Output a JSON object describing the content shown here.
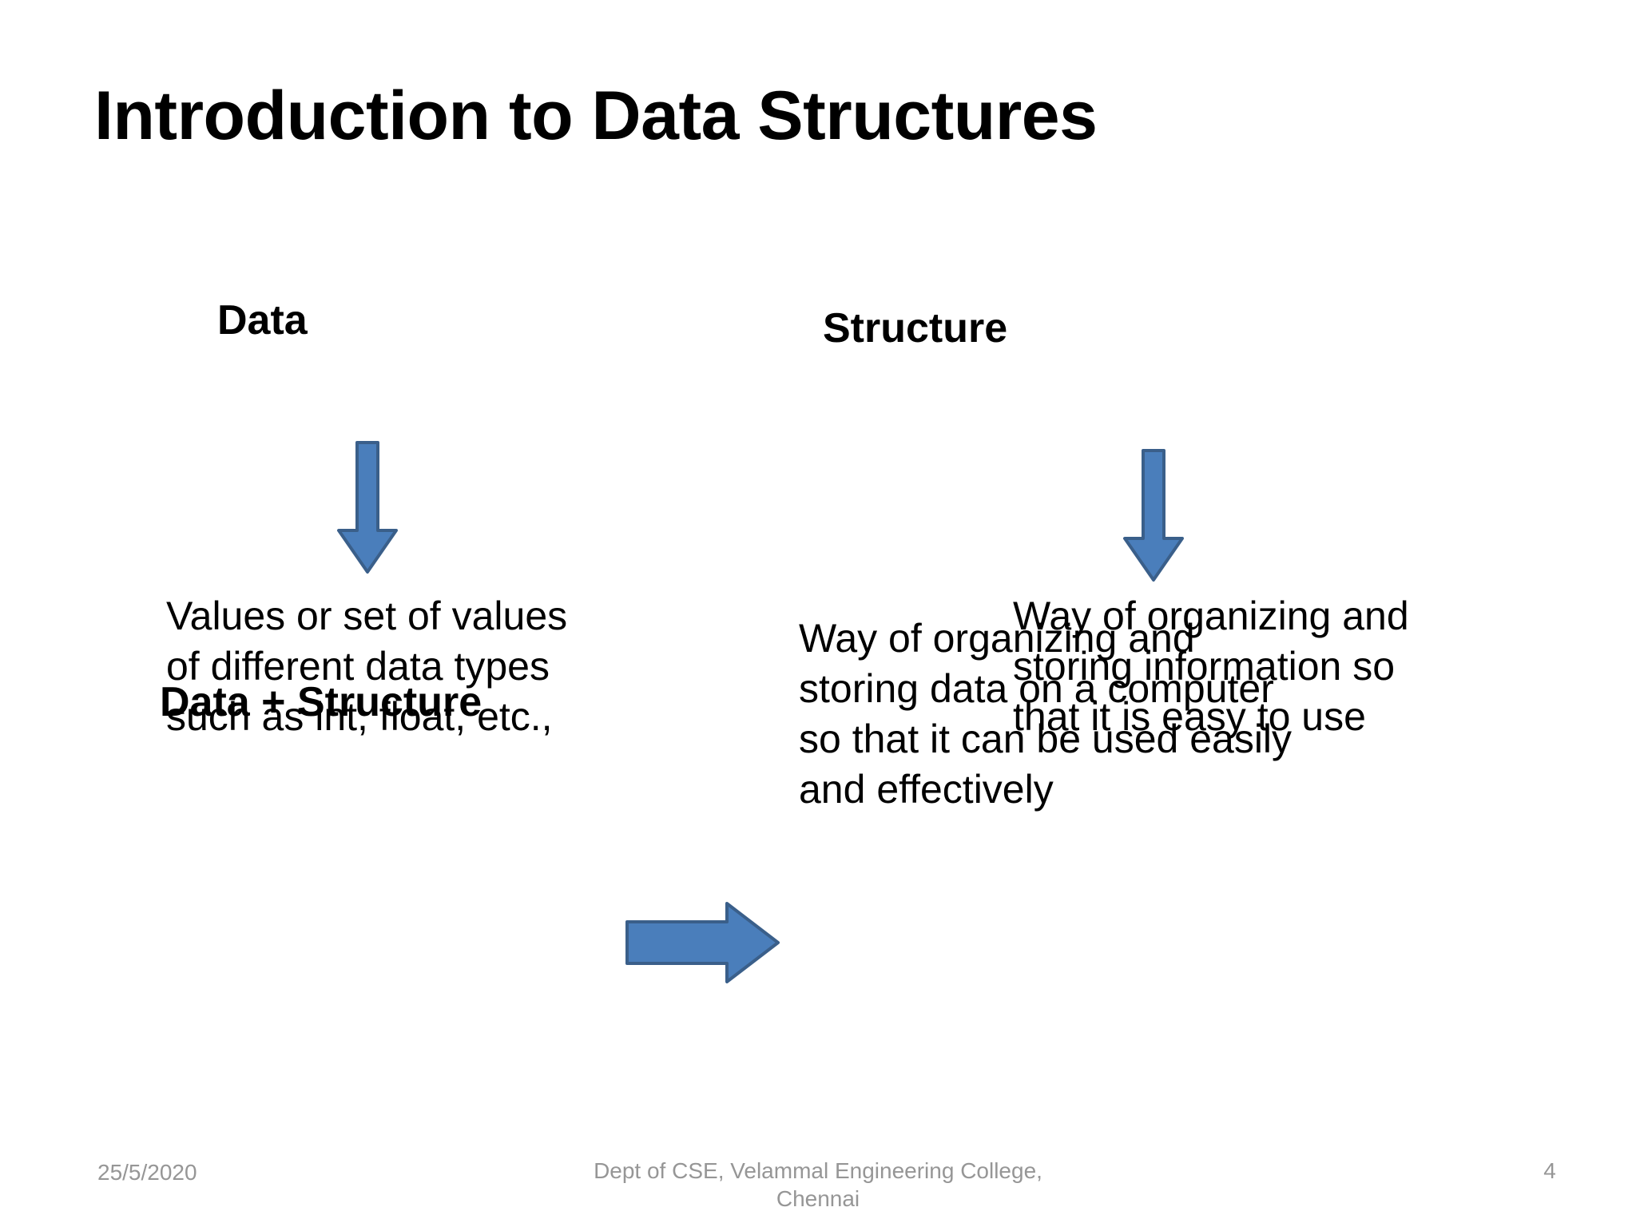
{
  "slide": {
    "title": "Introduction to Data Structures",
    "number": "4",
    "background": "#ffffff"
  },
  "colors": {
    "arrow_fill": "#4a7ebb",
    "arrow_stroke": "#3a5f8a",
    "text": "#000000",
    "footer_text": "#969696"
  },
  "concepts": {
    "data": {
      "heading": "Data",
      "arrow_icon": "arrow-down-icon",
      "lines": [
        "Values or set of values",
        "of different data types",
        "such as int, float, etc.,"
      ]
    },
    "structure": {
      "heading": "Structure",
      "arrow_icon": "arrow-down-icon",
      "lines": [
        "Way of organizing and",
        "storing information so",
        "that it is easy to use"
      ]
    },
    "data_structure": {
      "heading": "Data + Structure",
      "arrow_icon": "arrow-right-icon",
      "lines": [
        "Way of organizing and",
        "storing data on a computer",
        "so that it can be used easily",
        "and effectively"
      ]
    }
  },
  "footer": {
    "date": "25/5/2020",
    "organization_line1": "Dept of CSE, Velammal Engineering College,",
    "organization_line2": "Chennai",
    "page_number": "4"
  }
}
